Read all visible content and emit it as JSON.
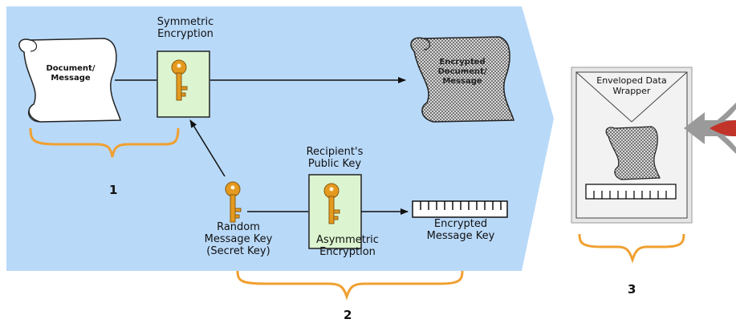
{
  "labels": {
    "symmetric_encryption": "Symmetric\nEncryption",
    "document_message": "Document/\nMessage",
    "encrypted_document_message": "Encrypted\nDocument/\nMessage",
    "recipients_public_key": "Recipient's\nPublic Key",
    "random_message_key": "Random\nMessage Key\n(Secret Key)",
    "asymmetric_encryption": "Asymmetric\nEncryption",
    "encrypted_message_key": "Encrypted\nMessage Key",
    "enveloped_data_wrapper": "Enveloped Data\nWrapper"
  },
  "step_numbers": {
    "step1": "1",
    "step2": "2",
    "step3": "3"
  },
  "colors": {
    "background_panel": "#b9d9f8",
    "key_box_fill": "#dcf5d0",
    "key_color": "#e49a1e",
    "brace_color": "#f0a030",
    "wrapper_panel": "#e6e6e6",
    "right_arrows": "#9a9a9a"
  },
  "icons": [
    "key-icon",
    "scroll-icon",
    "encrypted-scroll-icon",
    "brace-icon",
    "arrow-icon"
  ]
}
